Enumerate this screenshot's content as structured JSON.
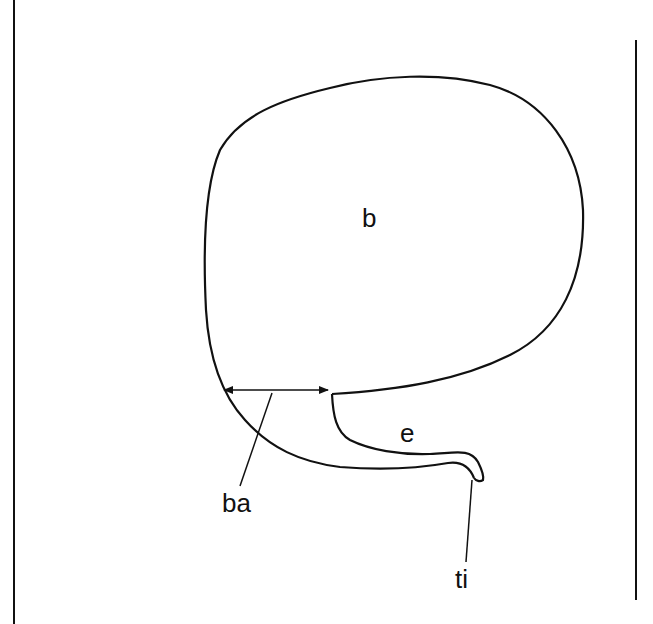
{
  "diagram": {
    "labels": [
      "b",
      "ba",
      "e",
      "ti"
    ]
  }
}
